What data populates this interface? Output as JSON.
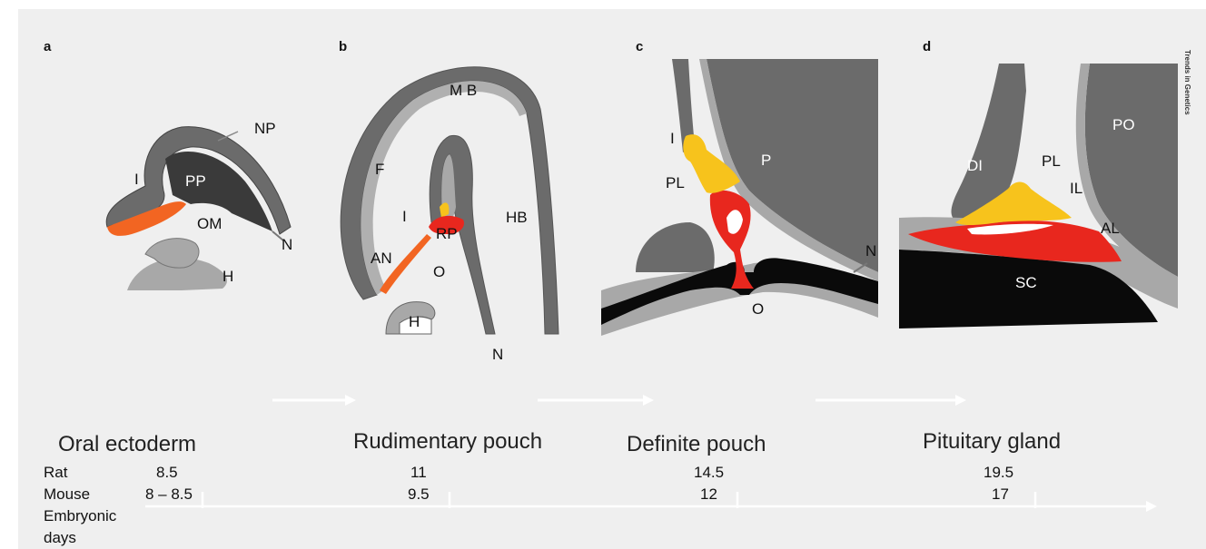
{
  "panels": {
    "a": {
      "letter": "a",
      "labels": {
        "NP": "NP",
        "I": "I",
        "PP": "PP",
        "OM": "OM",
        "N": "N",
        "H": "H"
      }
    },
    "b": {
      "letter": "b",
      "labels": {
        "MB": "M B",
        "F": "F",
        "I": "I",
        "AN": "AN",
        "RP": "RP",
        "HB": "HB",
        "O": "O",
        "H": "H",
        "N": "N"
      }
    },
    "c": {
      "letter": "c",
      "labels": {
        "I": "I",
        "PL": "PL",
        "P": "P",
        "N": "N",
        "O": "O"
      }
    },
    "d": {
      "letter": "d",
      "labels": {
        "PO": "PO",
        "DI": "DI",
        "PL": "PL",
        "IL": "IL",
        "AL": "AL",
        "SC": "SC"
      }
    }
  },
  "watermark": "Trends in Genetics",
  "stages": [
    "Oral ectoderm",
    "Rudimentary pouch",
    "Definite pouch",
    "Pituitary gland"
  ],
  "timeline": {
    "rat_label": "Rat",
    "mouse_label": "Mouse",
    "axis_label_line1": "Embryonic",
    "axis_label_line2": "days",
    "rat_values": [
      "8.5",
      "11",
      "14.5",
      "19.5"
    ],
    "mouse_values": [
      "8 – 8.5",
      "9.5",
      "12",
      "17"
    ]
  },
  "colors": {
    "background": "#efefef",
    "dark_gray": "#6b6b6b",
    "light_gray": "#a8a8a8",
    "darkest_gray": "#3a3a3a",
    "red": "#e8271e",
    "orange": "#f26522",
    "yellow": "#f7c31c",
    "black": "#0a0a0a",
    "arrow": "#ffffff"
  }
}
